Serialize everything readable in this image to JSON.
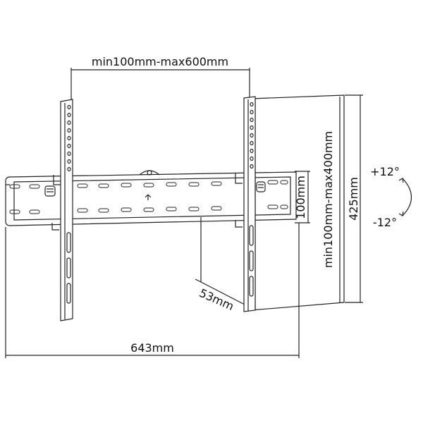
{
  "dimensions": {
    "horizontal_vesa": "min100mm-max600mm",
    "vertical_vesa": "min100mm-max400mm",
    "rail_height": "100mm",
    "total_height": "425mm",
    "depth": "53mm",
    "total_width": "643mm",
    "tilt_up": "+12°",
    "tilt_down": "-12°"
  }
}
